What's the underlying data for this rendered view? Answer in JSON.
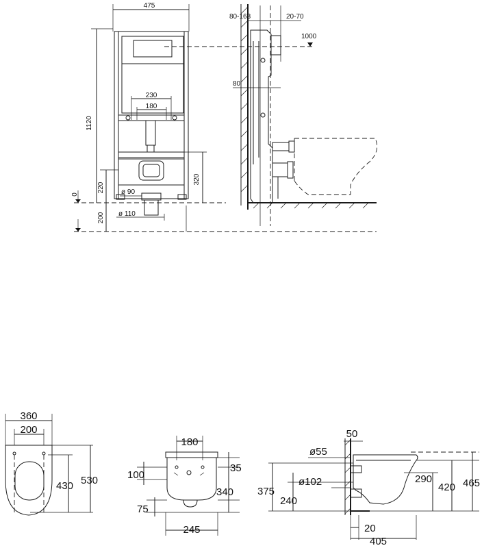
{
  "frame_front": {
    "width": "475",
    "height": "1120",
    "spacing_outer": "230",
    "spacing_inner": "180",
    "offset_left": "220",
    "offset_right": "320",
    "below_floor": "200",
    "zero": "0",
    "pipe_90": "ø 90",
    "pipe_110": "ø 110"
  },
  "frame_side": {
    "wall_gap": "80-163",
    "depth": "20-70",
    "flush_height": "1000",
    "offset": "80"
  },
  "bowl_top": {
    "width": "360",
    "inner": "200",
    "depth_inner": "430",
    "depth": "530"
  },
  "bowl_back": {
    "bolt_span": "180",
    "top": "35",
    "offset": "100",
    "height": "340",
    "bottom": "75",
    "base": "245"
  },
  "bowl_side": {
    "wall": "50",
    "inlet": "ø55",
    "outlet": "ø102",
    "h375": "375",
    "h240": "240",
    "h290": "290",
    "h420": "420",
    "h465": "465",
    "gap": "20",
    "length": "405"
  }
}
